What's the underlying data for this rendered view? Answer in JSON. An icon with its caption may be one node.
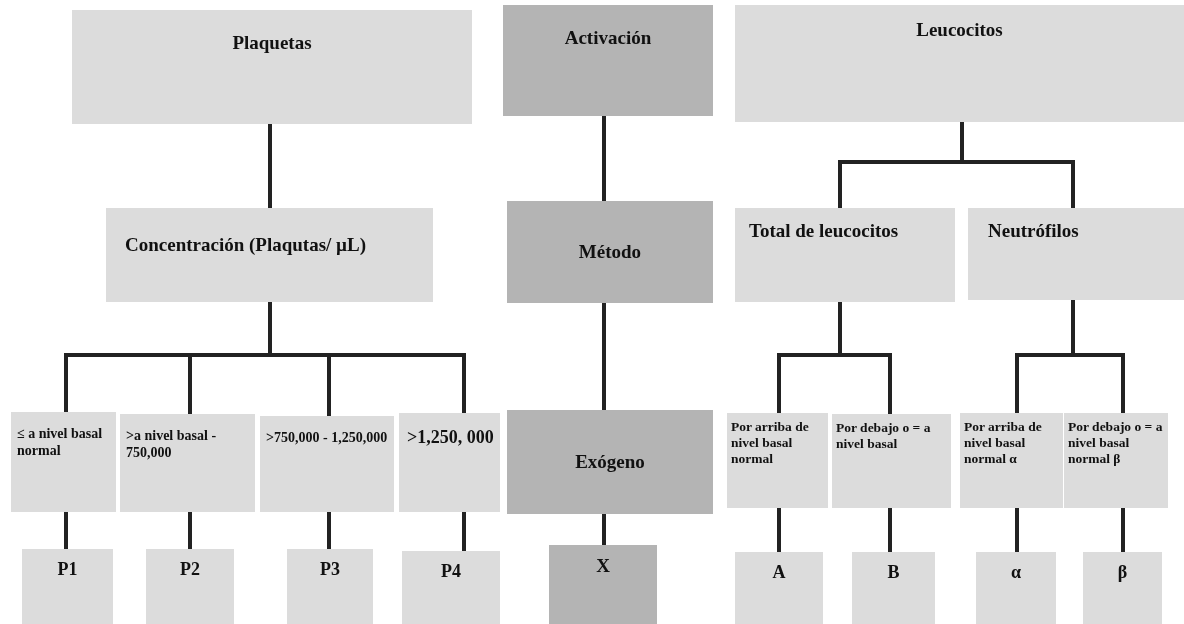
{
  "diagram": {
    "nodes": [
      {
        "text": [
          "Plaquetas"
        ]
      },
      {
        "text": [
          "Concentración (Plaqutas/ µL)"
        ]
      },
      {
        "text": [
          "≤ a nivel basal normal"
        ]
      },
      {
        "text": [
          ">a nivel basal - 750,000"
        ]
      },
      {
        "text": [
          ">750,000 - 1,250,000"
        ]
      },
      {
        "text": [
          ">1,250, 000"
        ]
      },
      {
        "text": [
          "P1"
        ]
      },
      {
        "text": [
          "P2"
        ]
      },
      {
        "text": [
          "P3"
        ]
      },
      {
        "text": [
          "P4"
        ]
      },
      {
        "text": [
          "Activación"
        ]
      },
      {
        "text": [
          "Método"
        ]
      },
      {
        "text": [
          "Exógeno"
        ]
      },
      {
        "text": [
          "X"
        ]
      },
      {
        "text": [
          "Leucocitos"
        ]
      },
      {
        "text": [
          "Total de leucocitos"
        ]
      },
      {
        "text": [
          "Neutrófilos"
        ]
      },
      {
        "text": [
          "Por arriba de nivel basal normal"
        ]
      },
      {
        "text": [
          "Por debajo o = a nivel basal"
        ]
      },
      {
        "text": [
          "Por arriba de nivel basal normal α"
        ]
      },
      {
        "text": [
          "Por debajo o = a nivel basal normal β"
        ]
      },
      {
        "text": [
          "A"
        ]
      },
      {
        "text": [
          "B"
        ]
      },
      {
        "text": [
          "α"
        ]
      },
      {
        "text": [
          "β"
        ]
      }
    ],
    "edges": [
      {
        "from": 0,
        "to": 1,
        "arrow": "none"
      },
      {
        "from": 1,
        "to": 2,
        "arrow": "none"
      },
      {
        "from": 1,
        "to": 3,
        "arrow": "none"
      },
      {
        "from": 1,
        "to": 4,
        "arrow": "none"
      },
      {
        "from": 1,
        "to": 5,
        "arrow": "none"
      },
      {
        "from": 2,
        "to": 6,
        "arrow": "none"
      },
      {
        "from": 3,
        "to": 7,
        "arrow": "none"
      },
      {
        "from": 4,
        "to": 8,
        "arrow": "none"
      },
      {
        "from": 5,
        "to": 9,
        "arrow": "none"
      },
      {
        "from": 10,
        "to": 11,
        "arrow": "none"
      },
      {
        "from": 11,
        "to": 12,
        "arrow": "none"
      },
      {
        "from": 12,
        "to": 13,
        "arrow": "none"
      },
      {
        "from": 14,
        "to": 15,
        "arrow": "none"
      },
      {
        "from": 14,
        "to": 16,
        "arrow": "none"
      },
      {
        "from": 15,
        "to": 17,
        "arrow": "none"
      },
      {
        "from": 15,
        "to": 18,
        "arrow": "none"
      },
      {
        "from": 16,
        "to": 19,
        "arrow": "none"
      },
      {
        "from": 16,
        "to": 20,
        "arrow": "none"
      },
      {
        "from": 17,
        "to": 21,
        "arrow": "none"
      },
      {
        "from": 18,
        "to": 22,
        "arrow": "none"
      },
      {
        "from": 19,
        "to": 23,
        "arrow": "none"
      },
      {
        "from": 20,
        "to": 24,
        "arrow": "none"
      }
    ]
  }
}
